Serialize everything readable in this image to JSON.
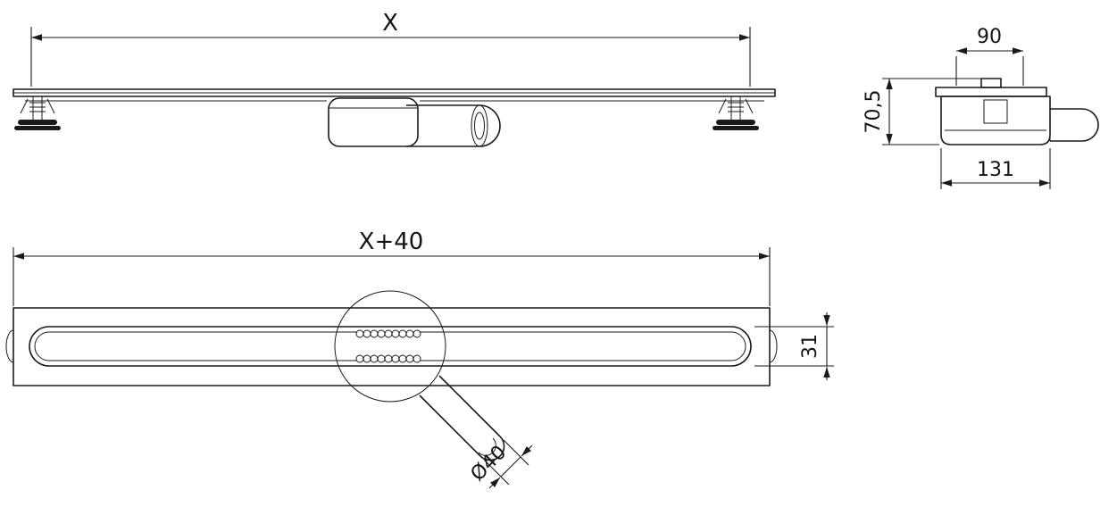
{
  "drawing": {
    "type": "technical dimensional drawing of linear shower drain",
    "colors": {
      "line": "#1a1a1a",
      "background": "#ffffff"
    },
    "views": {
      "side": {
        "name": "side view",
        "dim_length_label": "X"
      },
      "end": {
        "name": "end cross-section view",
        "dim_top_width_label": "90",
        "dim_height_label": "70,5",
        "dim_body_width_label": "131"
      },
      "top": {
        "name": "top view",
        "dim_total_length_label": "X+40",
        "dim_slot_height_label": "31",
        "dim_pipe_diameter_label": "Ø40"
      }
    }
  }
}
